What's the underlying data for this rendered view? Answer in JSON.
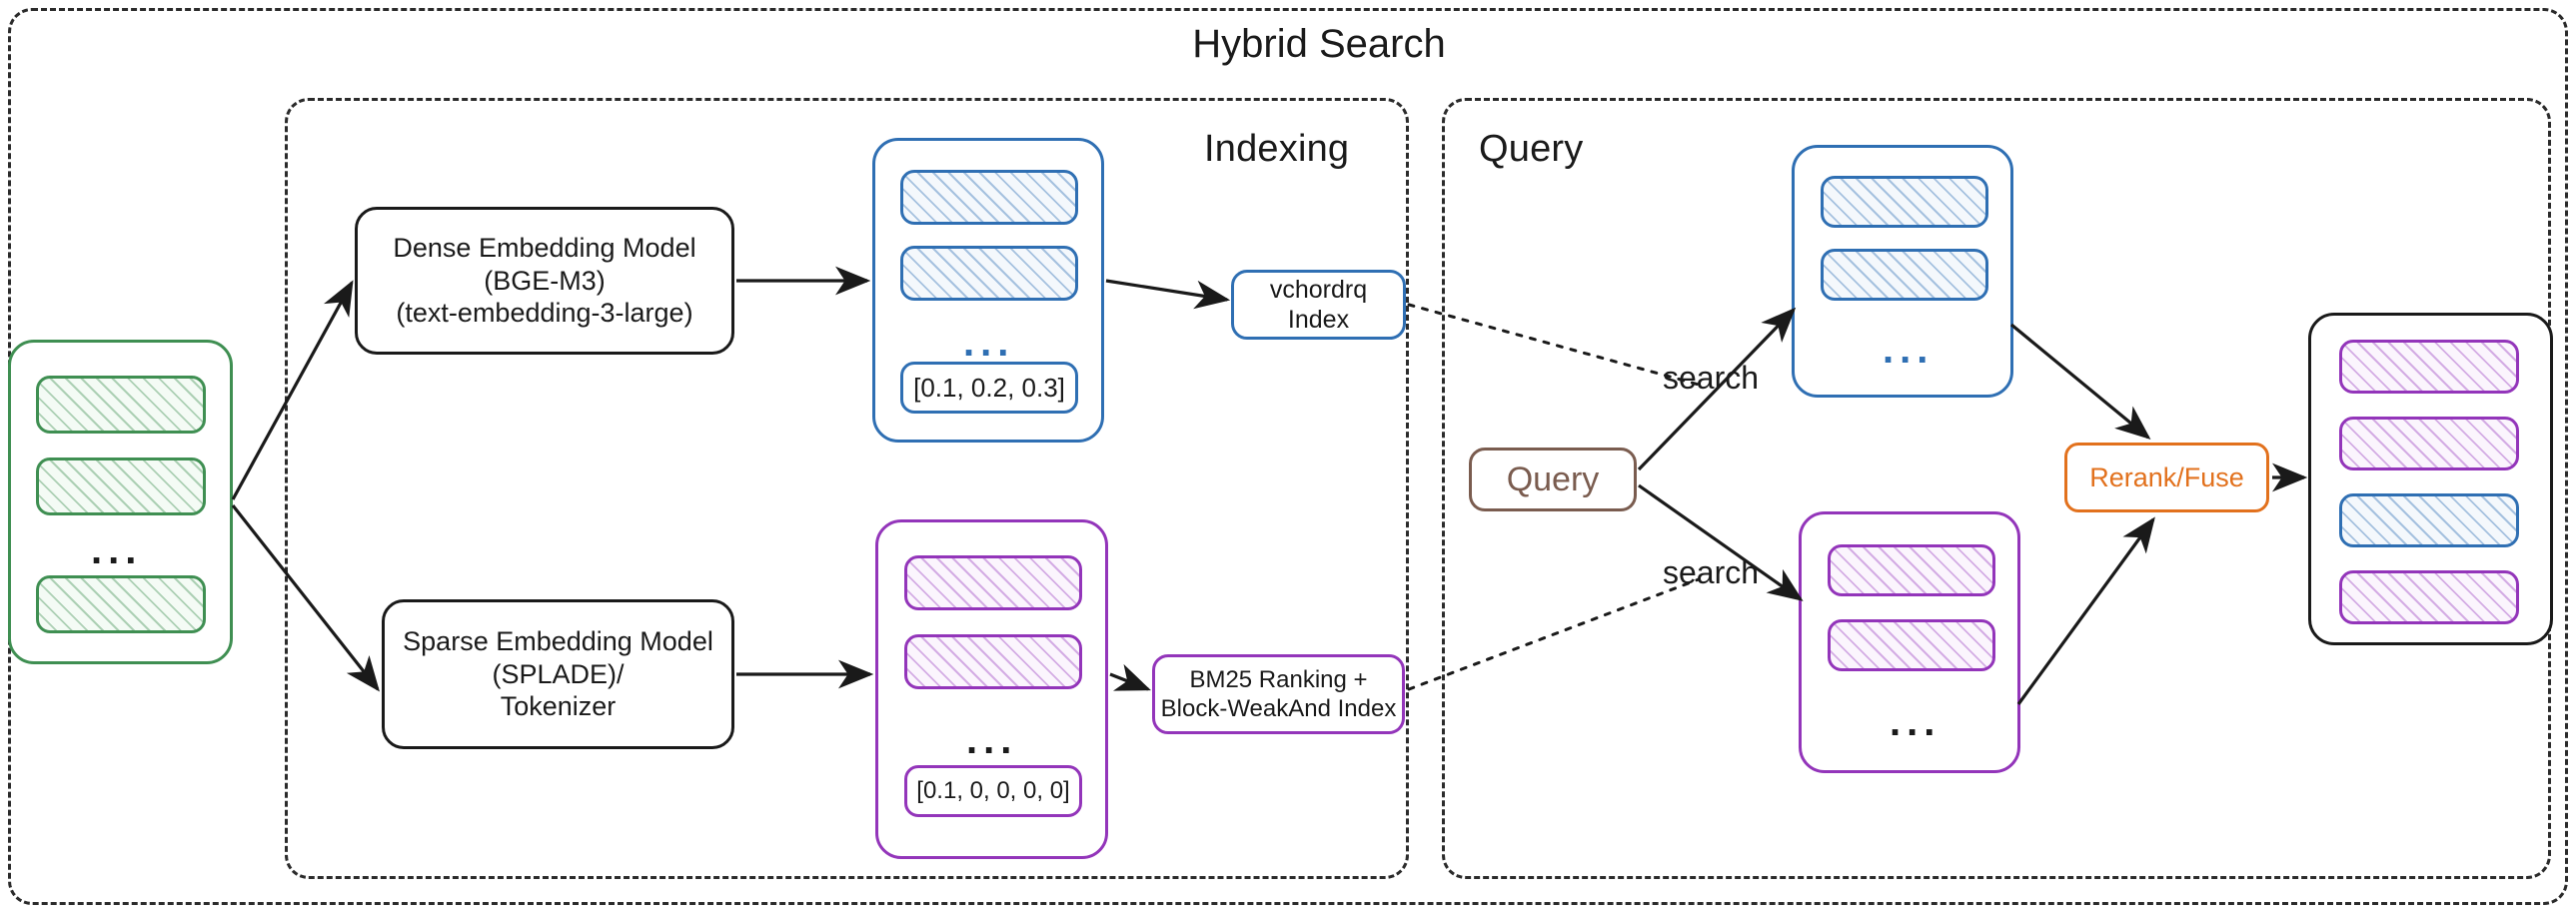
{
  "diagram": {
    "title": "Hybrid Search",
    "sections": [
      {
        "id": "indexing",
        "label": "Indexing"
      },
      {
        "id": "query",
        "label": "Query"
      }
    ],
    "nodes": {
      "source_docs": {
        "name": "source-document-stack",
        "ellipsis": "..."
      },
      "dense_model": {
        "line1": "Dense Embedding Model",
        "line2": "(BGE-M3)",
        "line3": "(text-embedding-3-large)"
      },
      "sparse_model": {
        "line1": "Sparse Embedding Model",
        "line2": "(SPLADE)/",
        "line3": "Tokenizer"
      },
      "dense_vectors": {
        "ellipsis": "...",
        "vector": "[0.1, 0.2, 0.3]"
      },
      "sparse_vectors": {
        "ellipsis": "...",
        "vector": "[0.1, 0, 0, 0, 0]"
      },
      "vchordrq_index": {
        "line1": "vchordrq",
        "line2": "Index"
      },
      "bm25_index": {
        "line1": "BM25 Ranking +",
        "line2": "Block-WeakAnd Index"
      },
      "query_chip": {
        "label": "Query"
      },
      "dense_results": {
        "ellipsis": "..."
      },
      "sparse_results": {
        "ellipsis": "..."
      },
      "rerank": {
        "label": "Rerank/Fuse"
      },
      "final_results": {
        "name": "final-result-stack"
      }
    },
    "edge_labels": {
      "search_dense": "search",
      "search_sparse": "search"
    },
    "colors": {
      "dense_blue": "#2f6fb3",
      "sparse_purple": "#9335ba",
      "source_green": "#3f8f52",
      "query_brown": "#7a5c4f",
      "rerank_orange": "#e2711d",
      "outline_black": "#1a1a1a"
    }
  }
}
